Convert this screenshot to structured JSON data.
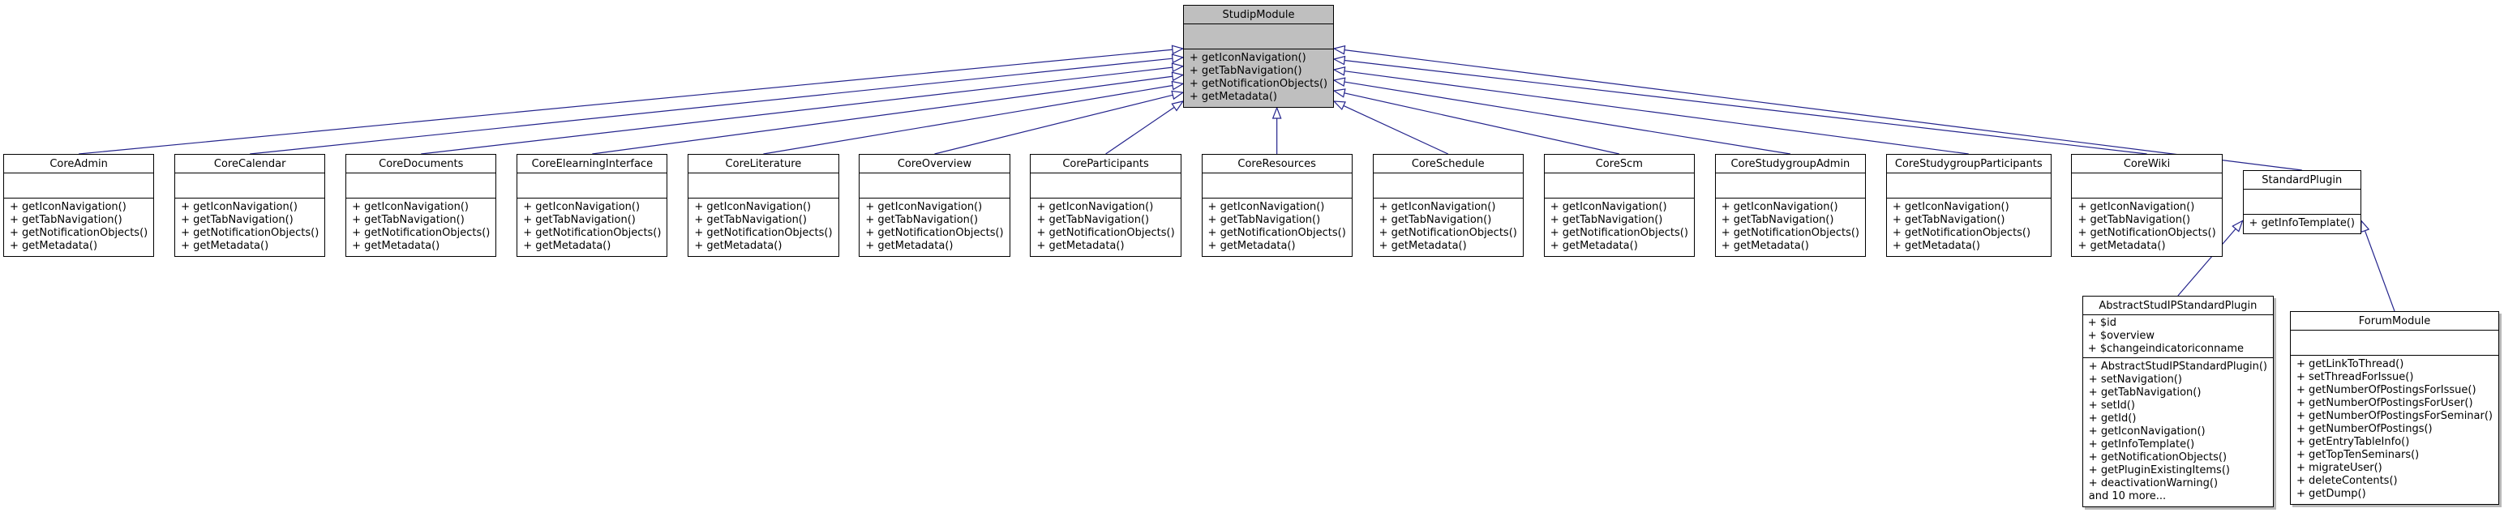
{
  "diagram": {
    "type": "uml-inheritance-graph",
    "edge_color": "#24248c",
    "arrowhead_fill": "#ffffff",
    "node_border_color": "#000000",
    "node_fill": "#ffffff",
    "highlight_fill": "#bfbfbf"
  },
  "classes": [
    {
      "name": "StudipModule",
      "row": "top",
      "highlight": true,
      "attributes": [],
      "methods": [
        "+ getIconNavigation()",
        "+ getTabNavigation()",
        "+ getNotificationObjects()",
        "+ getMetadata()"
      ]
    },
    {
      "name": "CoreAdmin",
      "row": "mid",
      "attributes": [],
      "methods": [
        "+ getIconNavigation()",
        "+ getTabNavigation()",
        "+ getNotificationObjects()",
        "+ getMetadata()"
      ]
    },
    {
      "name": "CoreCalendar",
      "row": "mid",
      "attributes": [],
      "methods": [
        "+ getIconNavigation()",
        "+ getTabNavigation()",
        "+ getNotificationObjects()",
        "+ getMetadata()"
      ]
    },
    {
      "name": "CoreDocuments",
      "row": "mid",
      "attributes": [],
      "methods": [
        "+ getIconNavigation()",
        "+ getTabNavigation()",
        "+ getNotificationObjects()",
        "+ getMetadata()"
      ]
    },
    {
      "name": "CoreElearningInterface",
      "row": "mid",
      "attributes": [],
      "methods": [
        "+ getIconNavigation()",
        "+ getTabNavigation()",
        "+ getNotificationObjects()",
        "+ getMetadata()"
      ]
    },
    {
      "name": "CoreLiterature",
      "row": "mid",
      "attributes": [],
      "methods": [
        "+ getIconNavigation()",
        "+ getTabNavigation()",
        "+ getNotificationObjects()",
        "+ getMetadata()"
      ]
    },
    {
      "name": "CoreOverview",
      "row": "mid",
      "attributes": [],
      "methods": [
        "+ getIconNavigation()",
        "+ getTabNavigation()",
        "+ getNotificationObjects()",
        "+ getMetadata()"
      ]
    },
    {
      "name": "CoreParticipants",
      "row": "mid",
      "attributes": [],
      "methods": [
        "+ getIconNavigation()",
        "+ getTabNavigation()",
        "+ getNotificationObjects()",
        "+ getMetadata()"
      ]
    },
    {
      "name": "CoreResources",
      "row": "mid",
      "attributes": [],
      "methods": [
        "+ getIconNavigation()",
        "+ getTabNavigation()",
        "+ getNotificationObjects()",
        "+ getMetadata()"
      ]
    },
    {
      "name": "CoreSchedule",
      "row": "mid",
      "attributes": [],
      "methods": [
        "+ getIconNavigation()",
        "+ getTabNavigation()",
        "+ getNotificationObjects()",
        "+ getMetadata()"
      ]
    },
    {
      "name": "CoreScm",
      "row": "mid",
      "attributes": [],
      "methods": [
        "+ getIconNavigation()",
        "+ getTabNavigation()",
        "+ getNotificationObjects()",
        "+ getMetadata()"
      ]
    },
    {
      "name": "CoreStudygroupAdmin",
      "row": "mid",
      "attributes": [],
      "methods": [
        "+ getIconNavigation()",
        "+ getTabNavigation()",
        "+ getNotificationObjects()",
        "+ getMetadata()"
      ]
    },
    {
      "name": "CoreStudygroupParticipants",
      "row": "mid",
      "attributes": [],
      "methods": [
        "+ getIconNavigation()",
        "+ getTabNavigation()",
        "+ getNotificationObjects()",
        "+ getMetadata()"
      ]
    },
    {
      "name": "CoreWiki",
      "row": "mid",
      "attributes": [],
      "methods": [
        "+ getIconNavigation()",
        "+ getTabNavigation()",
        "+ getNotificationObjects()",
        "+ getMetadata()"
      ]
    },
    {
      "name": "StandardPlugin",
      "row": "mid",
      "attributes": [],
      "methods": [
        "+ getInfoTemplate()"
      ]
    },
    {
      "name": "AbstractStudIPStandardPlugin",
      "row": "bottom",
      "shadow": true,
      "attributes": [
        "+ $id",
        "+ $overview",
        "+ $changeindicatoriconname"
      ],
      "methods": [
        "+ AbstractStudIPStandardPlugin()",
        "+ setNavigation()",
        "+ getTabNavigation()",
        "+ setId()",
        "+ getId()",
        "+ getIconNavigation()",
        "+ getInfoTemplate()",
        "+ getNotificationObjects()",
        "+ getPluginExistingItems()",
        "+ deactivationWarning()",
        "and 10 more..."
      ]
    },
    {
      "name": "ForumModule",
      "row": "bottom",
      "shadow": true,
      "attributes": [],
      "methods": [
        "+ getLinkToThread()",
        "+ setThreadForIssue()",
        "+ getNumberOfPostingsForIssue()",
        "+ getNumberOfPostingsForUser()",
        "+ getNumberOfPostingsForSeminar()",
        "+ getNumberOfPostings()",
        "+ getEntryTableInfo()",
        "+ getTopTenSeminars()",
        "+ migrateUser()",
        "+ deleteContents()",
        "+ getDump()"
      ]
    }
  ],
  "edges": [
    {
      "from": "CoreAdmin",
      "to": "StudipModule"
    },
    {
      "from": "CoreCalendar",
      "to": "StudipModule"
    },
    {
      "from": "CoreDocuments",
      "to": "StudipModule"
    },
    {
      "from": "CoreElearningInterface",
      "to": "StudipModule"
    },
    {
      "from": "CoreLiterature",
      "to": "StudipModule"
    },
    {
      "from": "CoreOverview",
      "to": "StudipModule"
    },
    {
      "from": "CoreParticipants",
      "to": "StudipModule"
    },
    {
      "from": "CoreResources",
      "to": "StudipModule"
    },
    {
      "from": "CoreSchedule",
      "to": "StudipModule"
    },
    {
      "from": "CoreScm",
      "to": "StudipModule"
    },
    {
      "from": "CoreStudygroupAdmin",
      "to": "StudipModule"
    },
    {
      "from": "CoreStudygroupParticipants",
      "to": "StudipModule"
    },
    {
      "from": "CoreWiki",
      "to": "StudipModule"
    },
    {
      "from": "StandardPlugin",
      "to": "StudipModule"
    },
    {
      "from": "AbstractStudIPStandardPlugin",
      "to": "StandardPlugin"
    },
    {
      "from": "ForumModule",
      "to": "StandardPlugin"
    }
  ]
}
